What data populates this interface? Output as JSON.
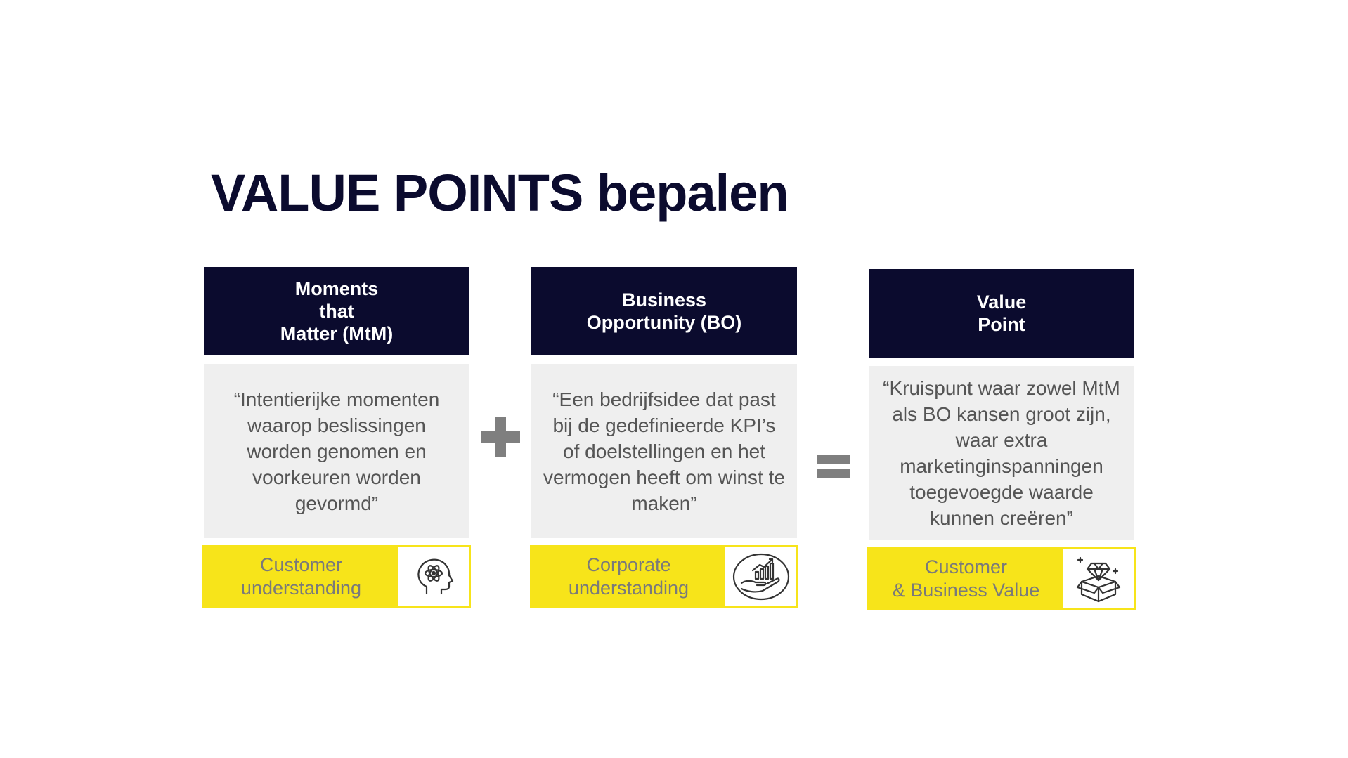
{
  "title": "VALUE POINTS bepalen",
  "columns": [
    {
      "header": "Moments\nthat\nMatter (MtM)",
      "description": "“Intentierijke momenten waarop beslissingen worden genomen en voorkeuren worden gevormd”",
      "footer_label": "Customer\nunderstanding",
      "icon": "head-atom-icon"
    },
    {
      "header": "Business\nOpportunity (BO)",
      "description": "“Een bedrijfsidee dat past bij de gedefinieerde KPI’s of doelstellingen en het vermogen heeft om winst te maken”",
      "footer_label": "Corporate\nunderstanding",
      "icon": "hand-growth-chart-icon"
    },
    {
      "header": "Value\nPoint",
      "description": "“Kruispunt waar zowel MtM als BO kansen groot zijn, waar extra marketinginspanningen toegevoegde waarde kunnen creëren”",
      "footer_label": "Customer\n& Business Value",
      "icon": "gift-box-diamond-icon"
    }
  ],
  "operators": [
    "plus-icon",
    "equals-icon"
  ],
  "colors": {
    "navy": "#0b0b2e",
    "yellow": "#f7e41a",
    "grey_panel": "#efefef",
    "grey_text": "#555555",
    "operator_grey": "#7f7f7f"
  }
}
